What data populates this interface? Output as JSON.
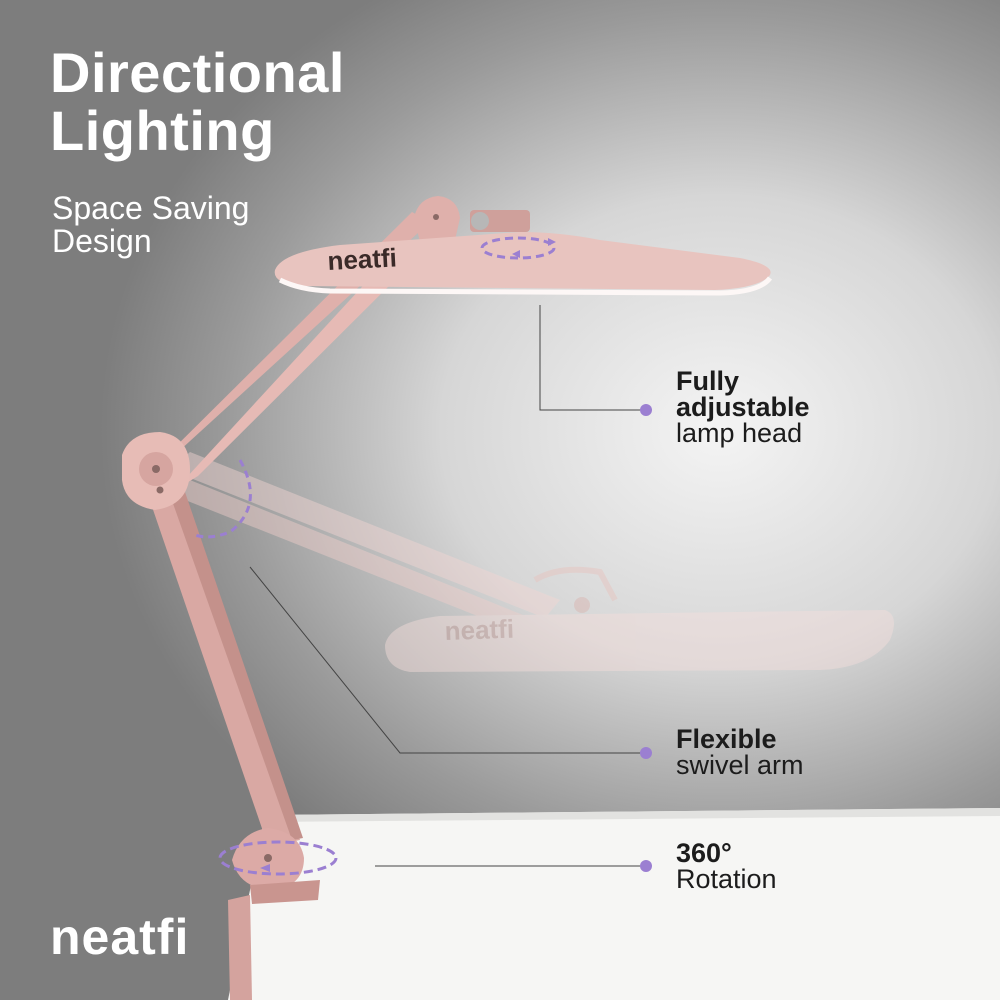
{
  "headline": {
    "line1": "Directional",
    "line2": "Lighting"
  },
  "subheadline": {
    "line1": "Space Saving",
    "line2": "Design"
  },
  "callouts": [
    {
      "bold": "Fully",
      "bold2": "adjustable",
      "regular": "lamp head"
    },
    {
      "bold": "Flexible",
      "regular": "swivel arm"
    },
    {
      "bold": "360°",
      "regular": "Rotation"
    }
  ],
  "brand_logo": "neatfi",
  "lamp_head_logo": "neatfi",
  "colors": {
    "lamp_pink": "#dcaaa6",
    "accent_purple": "#9b7fd1",
    "text_dark": "#1c1c1c",
    "text_light": "#ffffff"
  }
}
